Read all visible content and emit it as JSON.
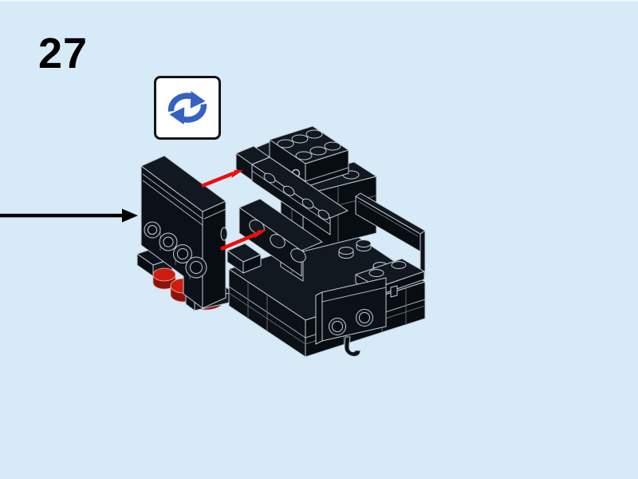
{
  "page": {
    "kind": "building-instruction-step",
    "background": "#d7eaf8"
  },
  "step": {
    "number": "27"
  },
  "rotate_indicator": {
    "icon": "rotate-icon",
    "arrow_color": "#3661c3",
    "box_background": "#ffffff",
    "box_border": "#141414"
  },
  "illustration": {
    "callout_arrow": {
      "color": "#000000",
      "direction": "right"
    },
    "attachment_arrows": {
      "color": "#ee0d0d",
      "count": 2
    },
    "sub_assembly": {
      "part_color": "black",
      "accent_part_color": "red",
      "side_studs": 4
    },
    "main_assembly": {
      "part_color": "black",
      "top_studs": 6
    }
  },
  "colors": {
    "bg": "#d7eaf8",
    "brick": "#0c1117",
    "brick2": "#11181f",
    "brick3": "#080d12",
    "edge": "#c2ccd5",
    "edgedim": "#5d6873",
    "red": "#d01c10",
    "reddark": "#8a130a",
    "arrowred": "#ee0d0d",
    "iconblue": "#3661c3",
    "ink": "#000000",
    "iconbox": "#ffffff",
    "iconborder": "#141414"
  }
}
